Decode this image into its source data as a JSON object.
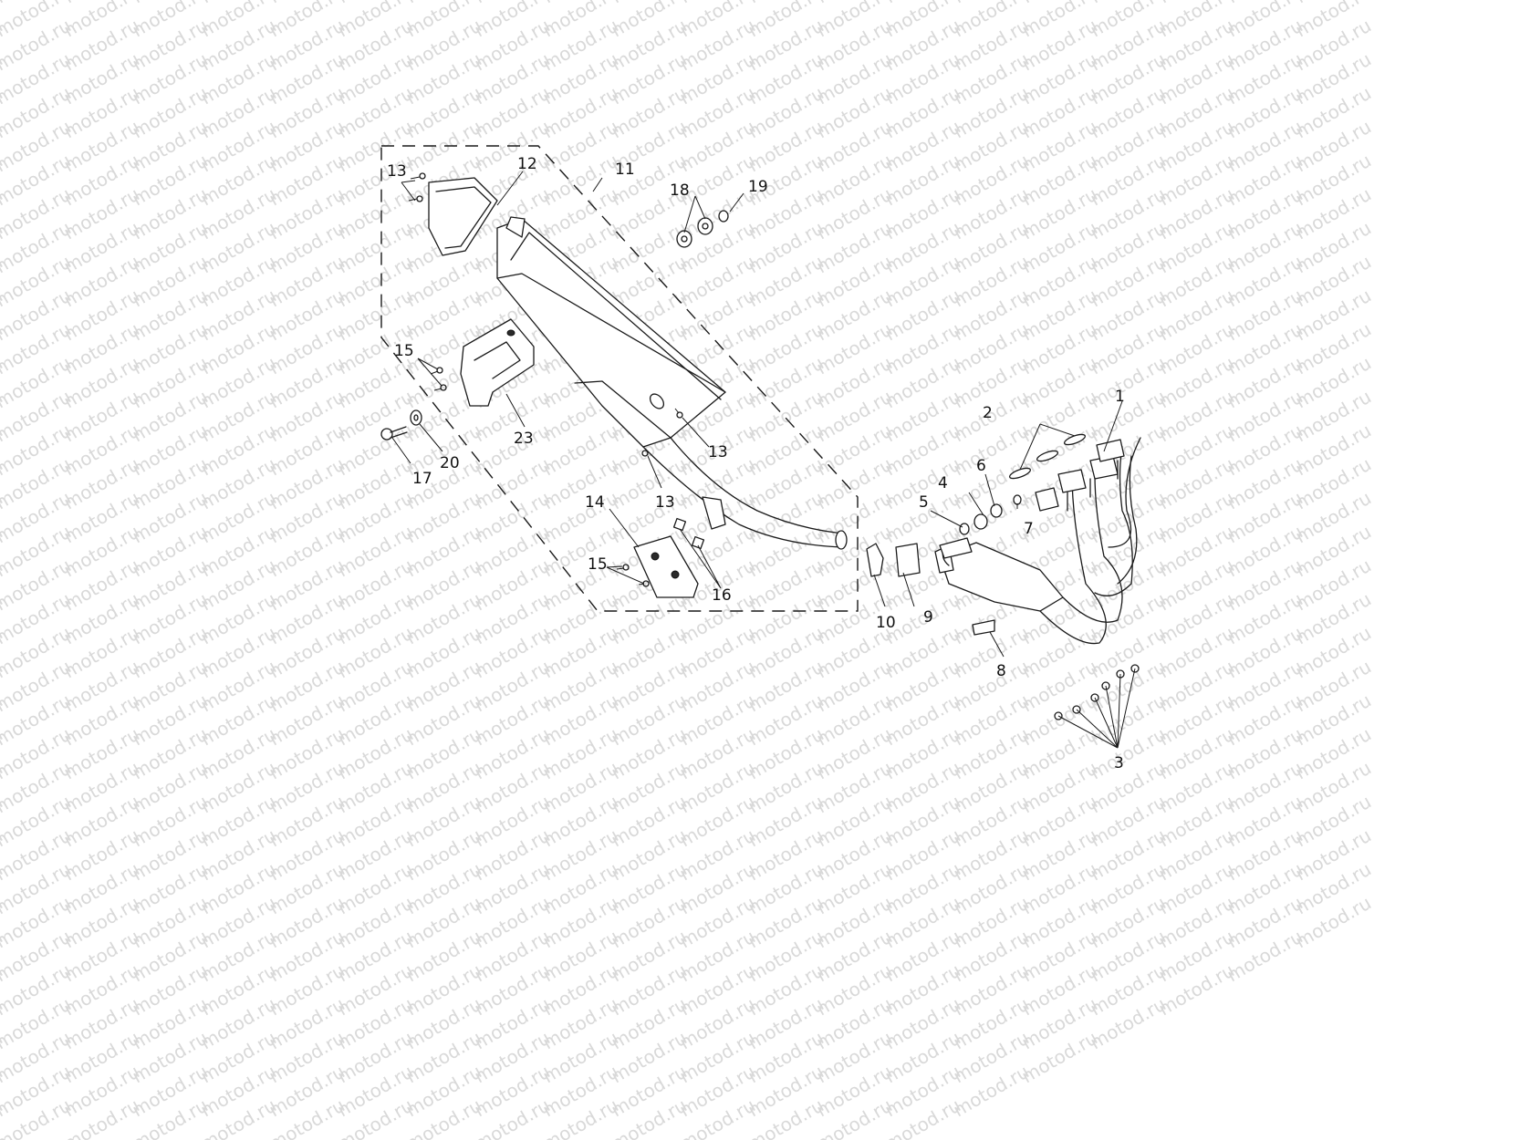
{
  "watermark": {
    "text": "motod.ru"
  },
  "callouts": {
    "c1": "1",
    "c2": "2",
    "c3": "3",
    "c4": "4",
    "c5": "5",
    "c6": "6",
    "c7": "7",
    "c8": "8",
    "c9": "9",
    "c10": "10",
    "c11": "11",
    "c12": "12",
    "c13a": "13",
    "c13b": "13",
    "c13c": "13",
    "c14": "14",
    "c15a": "15",
    "c15b": "15",
    "c16": "16",
    "c17": "17",
    "c18": "18",
    "c19": "19",
    "c20": "20",
    "c23": "23"
  }
}
